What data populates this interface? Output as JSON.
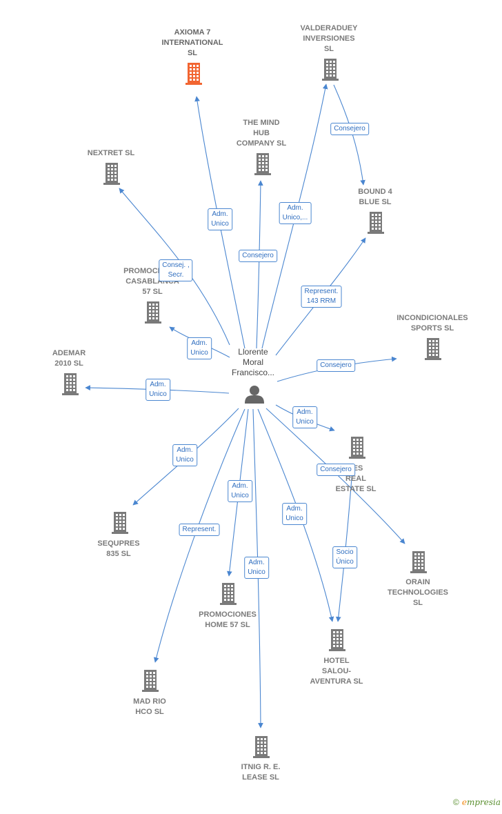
{
  "center": {
    "name": "Llorente\nMoral\nFrancisco..."
  },
  "nodes": [
    {
      "id": "axioma",
      "name": "AXIOMA 7\nINTERNATIONAL\nSL",
      "highlight": true
    },
    {
      "id": "valderaduey",
      "name": "VALDERADUEY\nINVERSIONES\nSL"
    },
    {
      "id": "mindhub",
      "name": "THE MIND\nHUB\nCOMPANY  SL"
    },
    {
      "id": "nextret",
      "name": "NEXTRET SL"
    },
    {
      "id": "bound4",
      "name": "BOUND 4\nBLUE  SL"
    },
    {
      "id": "casablanca",
      "name": "PROMOCIONES\nCASABLANCA\n57  SL"
    },
    {
      "id": "incondicionales",
      "name": "INCONDICIONALES\nSPORTS SL"
    },
    {
      "id": "ademar",
      "name": "ADEMAR\n2010 SL"
    },
    {
      "id": "realestate",
      "name": "..ES\nREAL\nESTATE  SL"
    },
    {
      "id": "sequpres",
      "name": "SEQUPRES\n835  SL"
    },
    {
      "id": "orain",
      "name": "ORAIN\nTECHNOLOGIES\nSL"
    },
    {
      "id": "home57",
      "name": "PROMOCIONES\nHOME 57  SL"
    },
    {
      "id": "hotel",
      "name": "HOTEL\nSALOU-\nAVENTURA  SL"
    },
    {
      "id": "madrio",
      "name": "MAD RIO\nHCO  SL"
    },
    {
      "id": "itnig",
      "name": "ITNIG R. E.\nLEASE  SL"
    }
  ],
  "edges": [
    {
      "id": "e_axioma",
      "label": "Adm.\nUnico"
    },
    {
      "id": "e_valderaduey",
      "label": "Adm.\nUnico,..."
    },
    {
      "id": "e_mindhub",
      "label": "Consejero"
    },
    {
      "id": "e_nextret",
      "label": "Consej. ,\nSecr."
    },
    {
      "id": "e_bound4",
      "label": "Represent.\n143 RRM"
    },
    {
      "id": "e_casablanca",
      "label": "Adm.\nUnico"
    },
    {
      "id": "e_incondicionales",
      "label": "Consejero"
    },
    {
      "id": "e_ademar",
      "label": "Adm.\nUnico"
    },
    {
      "id": "e_realestate",
      "label": "Adm.\nUnico"
    },
    {
      "id": "e_sequpres",
      "label": "Adm.\nUnico"
    },
    {
      "id": "e_orain",
      "label": "Consejero"
    },
    {
      "id": "e_home57",
      "label": "Adm.\nUnico"
    },
    {
      "id": "e_hotel",
      "label": "Adm.\nUnico"
    },
    {
      "id": "e_madrio",
      "label": "Represent."
    },
    {
      "id": "e_itnig",
      "label": "Adm.\nUnico"
    },
    {
      "id": "e_val_bound",
      "label": "Consejero"
    },
    {
      "id": "e_real_hotel",
      "label": "Socio\nÚnico"
    }
  ],
  "colors": {
    "edge": "#4a86d0",
    "building": "#7a7a7a",
    "highlight": "#f26531",
    "person": "#666666"
  },
  "footer": {
    "copyright": "©",
    "brand_initial": "e",
    "brand_rest": "mpresia"
  }
}
